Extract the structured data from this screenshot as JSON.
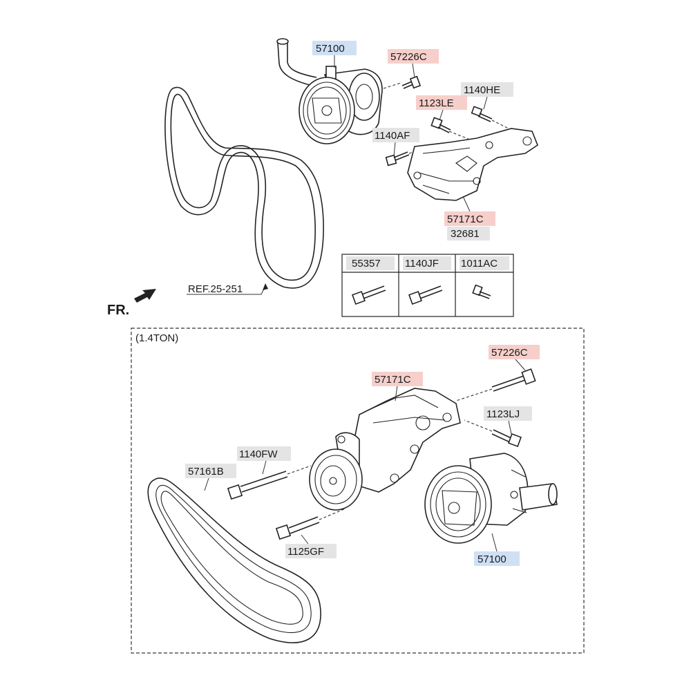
{
  "colors": {
    "blue_label": "#cfe0f5",
    "red_label": "#f6cfcb",
    "gray_label": "#e4e4e4"
  },
  "top": {
    "pump": "57100",
    "pump_bolt": "57226C",
    "bolt_1140he": "1140HE",
    "bolt_1123le": "1123LE",
    "bolt_1140af": "1140AF",
    "bracket": "57171C",
    "bracket_sub": "32681",
    "belt_ref": "REF.25-251",
    "front_marker": "FR."
  },
  "table": {
    "col1": "55357",
    "col2": "1140JF",
    "col3": "1011AC"
  },
  "bottom": {
    "frame_title": "(1.4TON)",
    "pump_bolt": "57226C",
    "bracket": "57171C",
    "bolt_1123lj": "1123LJ",
    "bolt_1140fw": "1140FW",
    "belt": "57161B",
    "bolt_1125gf": "1125GF",
    "pump": "57100"
  }
}
